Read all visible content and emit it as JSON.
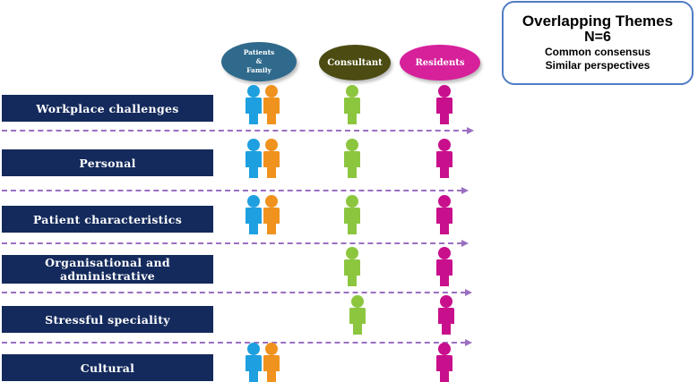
{
  "callout": {
    "title": "Overlapping Themes",
    "count": "N=6",
    "line1": "Common consensus",
    "line2": "Similar perspectives"
  },
  "groups": {
    "patients_line1": "Patients",
    "patients_line2": "&",
    "patients_line3": "Family",
    "consultant": "Consultant",
    "residents": "Residents"
  },
  "colors": {
    "patients_ellipse": "#2f6a8c",
    "consultant_ellipse": "#4b4b12",
    "residents_ellipse": "#d6219b",
    "theme_box": "#142a5c",
    "person_blue": "#1ea0e0",
    "person_orange": "#f0921e",
    "person_green": "#8cc63f",
    "person_magenta": "#c8108c",
    "divider": "#9a6fc2",
    "callout_border": "#4f7cc4"
  },
  "themes": [
    {
      "label": "Workplace challenges",
      "patients_family": true,
      "consultant": true,
      "residents": true
    },
    {
      "label": "Personal",
      "patients_family": true,
      "consultant": true,
      "residents": true
    },
    {
      "label": "Patient characteristics",
      "patients_family": true,
      "consultant": true,
      "residents": true
    },
    {
      "label_line1": "Organisational and",
      "label_line2": "administrative",
      "patients_family": false,
      "consultant": true,
      "residents": true
    },
    {
      "label": "Stressful speciality",
      "patients_family": false,
      "consultant": true,
      "residents": true
    },
    {
      "label": "Cultural",
      "patients_family": true,
      "consultant": false,
      "residents": true
    }
  ]
}
